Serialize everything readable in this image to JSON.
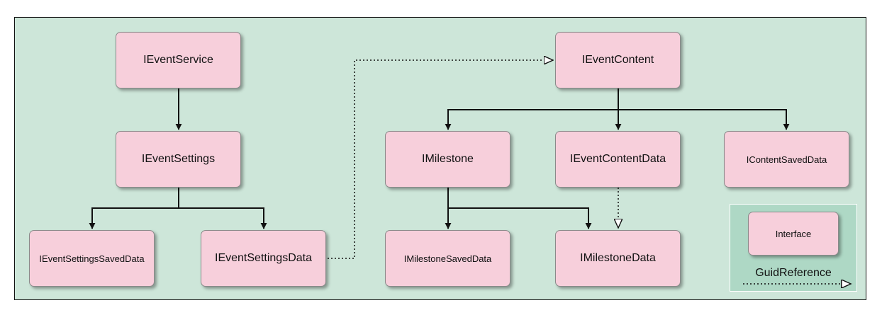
{
  "nodes": {
    "ieventservice": "IEventService",
    "ieventsettings": "IEventSettings",
    "ieventsettingssaveddata": "IEventSettingsSavedData",
    "ieventsettingsdata": "IEventSettingsData",
    "ieventcontent": "IEventContent",
    "imilestone": "IMilestone",
    "ieventcontentdata": "IEventContentData",
    "icontentsaveddata": "IContentSavedData",
    "imilestonesaveddata": "IMilestoneSavedData",
    "imilestonedata": "IMilestoneData"
  },
  "edges": [
    {
      "from": "ieventservice",
      "to": "ieventsettings",
      "style": "solid"
    },
    {
      "from": "ieventsettings",
      "to": "ieventsettingssaveddata",
      "style": "solid"
    },
    {
      "from": "ieventsettings",
      "to": "ieventsettingsdata",
      "style": "solid"
    },
    {
      "from": "ieventsettingsdata",
      "to": "ieventcontent",
      "style": "dotted"
    },
    {
      "from": "ieventcontent",
      "to": "imilestone",
      "style": "solid"
    },
    {
      "from": "ieventcontent",
      "to": "ieventcontentdata",
      "style": "solid"
    },
    {
      "from": "ieventcontent",
      "to": "icontentsaveddata",
      "style": "solid"
    },
    {
      "from": "imilestone",
      "to": "imilestonesaveddata",
      "style": "solid"
    },
    {
      "from": "imilestone",
      "to": "imilestonedata",
      "style": "solid"
    },
    {
      "from": "ieventcontentdata",
      "to": "imilestonedata",
      "style": "dotted"
    }
  ],
  "legend": {
    "interface_label": "Interface",
    "guidreference_label": "GuidReference"
  },
  "colors": {
    "background": "#cde6d9",
    "node_fill": "#f7cfdb",
    "legend_fill": "#aed8c5",
    "line": "#111111"
  }
}
